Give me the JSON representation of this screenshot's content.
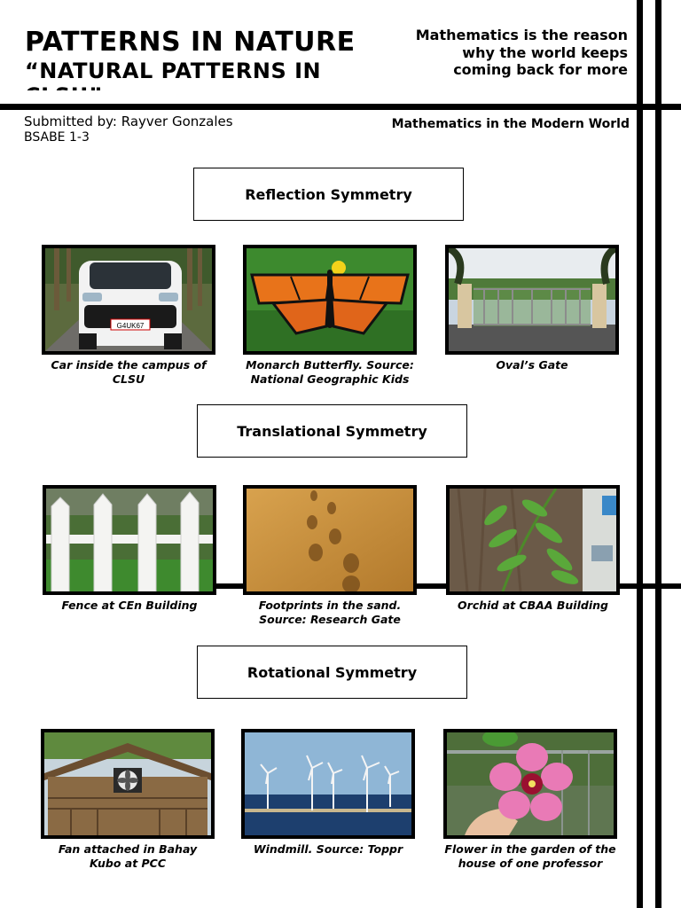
{
  "header": {
    "title": "PATTERNS IN NATURE",
    "subtitle": "“NATURAL PATTERNS IN CLSU”",
    "quote": "Mathematics is the reason why the world keeps coming back for more"
  },
  "meta": {
    "submitted_by": "Submitted by: Rayver Gonzales",
    "course": "BSABE 1-3",
    "subject": "Mathematics in the Modern World"
  },
  "sections": [
    {
      "title": "Reflection Symmetry",
      "photos": [
        {
          "caption": "Car inside the campus of CLSU",
          "plate": "G4UK67"
        },
        {
          "caption": "Monarch Butterfly. Source: National Geographic Kids"
        },
        {
          "caption": "Oval’s Gate"
        }
      ]
    },
    {
      "title": "Translational Symmetry",
      "photos": [
        {
          "caption": "Fence at CEn Building"
        },
        {
          "caption": "Footprints in the sand. Source: Research Gate"
        },
        {
          "caption": "Orchid at CBAA Building"
        }
      ]
    },
    {
      "title": "Rotational Symmetry",
      "photos": [
        {
          "caption": "Fan attached in Bahay Kubo at PCC"
        },
        {
          "caption": "Windmill. Source: Toppr"
        },
        {
          "caption": "Flower in the garden of the house of one professor"
        }
      ]
    }
  ]
}
